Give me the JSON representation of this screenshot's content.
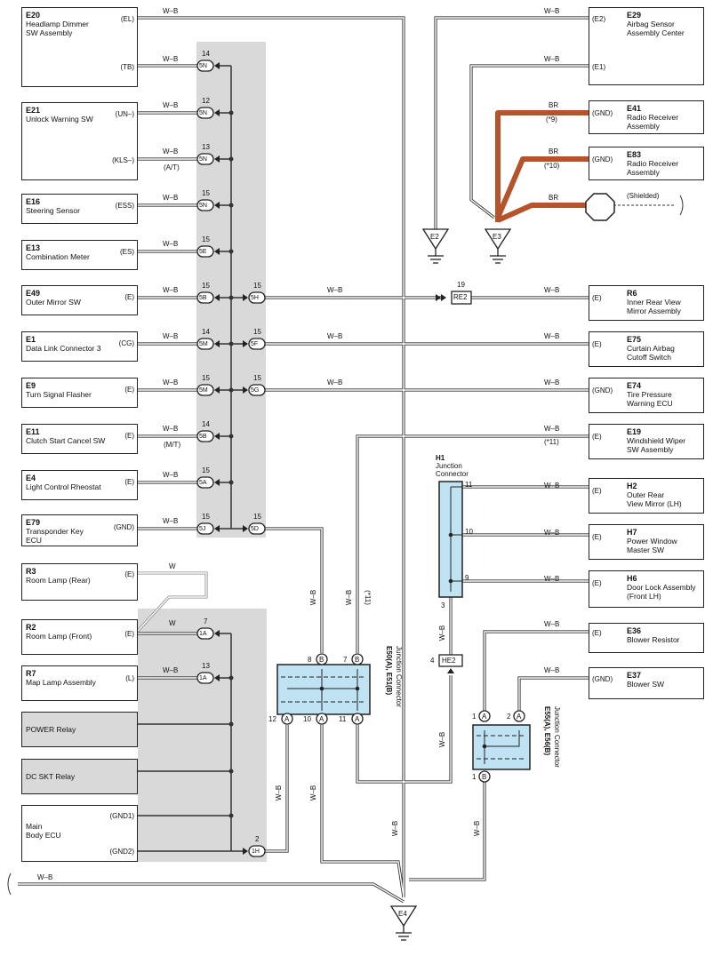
{
  "colors": {
    "wire": "#333333",
    "br_wire": "#b5532a",
    "shade": "#d9d9d9",
    "junction": "#bfe3f2",
    "box_border": "#222222"
  },
  "components": {
    "E20": {
      "id": "E20",
      "name": "Headlamp Dimmer\nSW Assembly",
      "pins": [
        "(EL)",
        "(TB)"
      ]
    },
    "E21": {
      "id": "E21",
      "name": "Unlock Warning SW",
      "pins": [
        "(UN–)",
        "(KLS–)"
      ]
    },
    "E16": {
      "id": "E16",
      "name": "Steering Sensor",
      "pins": [
        "(ESS)"
      ]
    },
    "E13": {
      "id": "E13",
      "name": "Combination Meter",
      "pins": [
        "(ES)"
      ]
    },
    "E49": {
      "id": "E49",
      "name": "Outer Mirror SW",
      "pins": [
        "(E)"
      ]
    },
    "E1": {
      "id": "E1",
      "name": "Data Link Connector 3",
      "pins": [
        "(CG)"
      ]
    },
    "E9": {
      "id": "E9",
      "name": "Turn Signal Flasher",
      "pins": [
        "(E)"
      ]
    },
    "E11": {
      "id": "E11",
      "name": "Clutch Start Cancel SW",
      "pins": [
        "(E)"
      ]
    },
    "E4": {
      "id": "E4",
      "name": "Light Control Rheostat",
      "pins": [
        "(E)"
      ]
    },
    "E79": {
      "id": "E79",
      "name": "Transponder Key\nECU",
      "pins": [
        "(GND)"
      ]
    },
    "R3": {
      "id": "R3",
      "name": "Room Lamp (Rear)",
      "pins": [
        "(E)"
      ]
    },
    "R2": {
      "id": "R2",
      "name": "Room Lamp (Front)",
      "pins": [
        "(E)"
      ]
    },
    "R7": {
      "id": "R7",
      "name": "Map Lamp Assembly",
      "pins": [
        "(L)"
      ]
    },
    "POWER": {
      "name": "POWER Relay"
    },
    "DCSKT": {
      "name": "DC SKT Relay"
    },
    "MAIN": {
      "name": "Main\nBody ECU",
      "pins": [
        "(GND1)",
        "(GND2)"
      ]
    },
    "E29": {
      "id": "E29",
      "name": "Airbag Sensor\nAssembly Center",
      "pins": [
        "(E2)",
        "(E1)"
      ]
    },
    "E41": {
      "id": "E41",
      "name": "Radio Receiver\nAssembly",
      "pins": [
        "(GND)"
      ]
    },
    "E83": {
      "id": "E83",
      "name": "Radio Receiver\nAssembly",
      "pins": [
        "(GND)"
      ]
    },
    "R6": {
      "id": "R6",
      "name": "Inner Rear View\nMirror Assembly",
      "pins": [
        "(E)"
      ]
    },
    "E75": {
      "id": "E75",
      "name": "Curtain Airbag\nCutoff Switch",
      "pins": [
        "(E)"
      ]
    },
    "E74": {
      "id": "E74",
      "name": "Tire Pressure\nWarning ECU",
      "pins": [
        "(GND)"
      ]
    },
    "E19": {
      "id": "E19",
      "name": "Windshield Wiper\nSW Assembly",
      "pins": [
        "(E)"
      ]
    },
    "H2": {
      "id": "H2",
      "name": "Outer Rear\nView Mirror (LH)",
      "pins": [
        "(E)"
      ]
    },
    "H7": {
      "id": "H7",
      "name": "Power Window\nMaster SW",
      "pins": [
        "(E)"
      ]
    },
    "H6": {
      "id": "H6",
      "name": "Door Lock Assembly\n(Front LH)",
      "pins": [
        "(E)"
      ]
    },
    "E36": {
      "id": "E36",
      "name": "Blower Resistor",
      "pins": [
        "(E)"
      ]
    },
    "E37": {
      "id": "E37",
      "name": "Blower SW",
      "pins": [
        "(GND)"
      ]
    }
  },
  "connectors": {
    "l5N14": "5N",
    "n5N14": "14",
    "l5N12": "5N",
    "n5N12": "12",
    "l5N13": "5N",
    "n5N13": "13",
    "l5N15": "5N",
    "n5N15": "15",
    "l5E": "5E",
    "n5E": "15",
    "l5B1": "5B",
    "n5B1": "15",
    "l5H": "5H",
    "n5H": "15",
    "l5M1": "5M",
    "n5M1": "14",
    "l5F": "5F",
    "n5F": "15",
    "l5M2": "5M",
    "n5M2": "15",
    "l5G": "5G",
    "n5G": "15",
    "l5B2": "5B",
    "n5B2": "14",
    "l5A": "5A",
    "n5A": "15",
    "l5J": "5J",
    "n5J": "15",
    "l5D": "5D",
    "n5D": "15",
    "l1A7": "1A",
    "n1A7": "7",
    "l1A13": "1A",
    "n1A13": "13",
    "l1H": "1H",
    "n1H": "2",
    "lRE2": "RE2",
    "nRE2": "19",
    "lHE2": "HE2",
    "nHE2": "4"
  },
  "wires": {
    "wb": "W–B",
    "w": "W",
    "br": "BR"
  },
  "notes": {
    "at": "(A/T)",
    "mt": "(M/T)",
    "s9": "(*9)",
    "s10": "(*10)",
    "s11": "(*11)",
    "shielded": "(Shielded)"
  },
  "junctions": {
    "j50_title": "E50(A), E51(B)",
    "j50_sub": "Junction Connector",
    "j55_title": "E55(A), E56(B)",
    "j55_sub": "Junction Connector",
    "h1_id": "H1",
    "h1_sub1": "Junction",
    "h1_sub2": "Connector",
    "pA": "A",
    "pB": "B",
    "n8": "8",
    "n7": "7",
    "n12": "12",
    "n10": "10",
    "n11": "11",
    "n1": "1",
    "n2": "2",
    "n9": "9",
    "n3": "3"
  },
  "grounds": {
    "E2": "E2",
    "E3": "E3",
    "E4": "E4"
  }
}
